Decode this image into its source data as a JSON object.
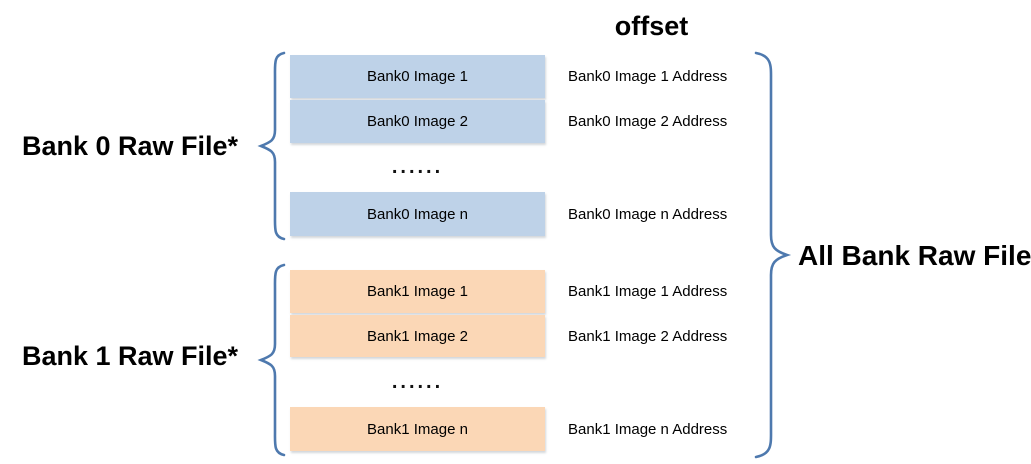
{
  "title": "offset",
  "ellipsis": "......",
  "all_bank_label": "All Bank Raw File",
  "colors": {
    "bank0_fill": "#BED2E8",
    "bank1_fill": "#FBD7B6",
    "brace": "#4E79AE",
    "text": "#000000"
  },
  "bank0": {
    "label": "Bank 0 Raw File*",
    "boxes": [
      "Bank0 Image 1",
      "Bank0 Image 2",
      "Bank0 Image n"
    ],
    "addresses": [
      "Bank0 Image 1 Address",
      "Bank0 Image 2 Address",
      "Bank0 Image n Address"
    ]
  },
  "bank1": {
    "label": "Bank 1 Raw File*",
    "boxes": [
      "Bank1 Image 1",
      "Bank1 Image 2",
      "Bank1 Image n"
    ],
    "addresses": [
      "Bank1 Image 1 Address",
      "Bank1 Image 2 Address",
      "Bank1 Image n Address"
    ]
  }
}
